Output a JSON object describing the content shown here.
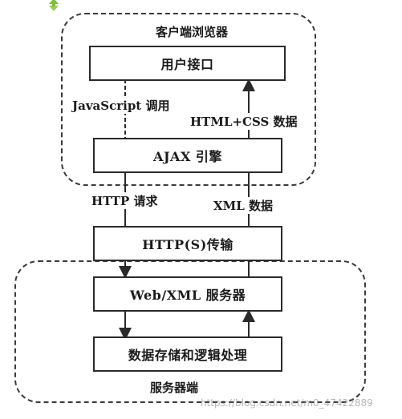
{
  "diagram": {
    "client_group_title": "客户端浏览器",
    "server_group_title": "服务器端",
    "boxes": {
      "user_interface": "用户接口",
      "ajax_engine": "AJAX 引擎",
      "http_transport": "HTTP(S)传输",
      "web_xml_server": "Web/XML 服务器",
      "data_storage": "数据存储和逻辑处理"
    },
    "edge_labels": {
      "javascript_call": "JavaScript 调用",
      "html_css_data": "HTML+CSS 数据",
      "http_request": "HTTP 请求",
      "xml_data": "XML 数据"
    }
  },
  "watermark": "https://blog.csdn.net/m0_47422889",
  "colors": {
    "line": "#2a2a2a",
    "dash": "#3a3a3a",
    "icon": "#7dbf3a"
  }
}
